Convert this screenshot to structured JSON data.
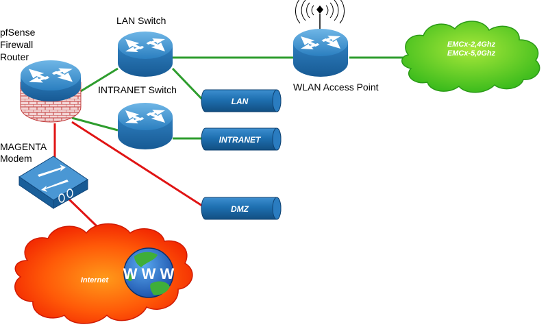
{
  "colors": {
    "link_green": "#2e9d2e",
    "link_red": "#e01414",
    "device_blue": "#1f6fae",
    "device_light": "#5aa9dd",
    "cloud_red": "#ff3b00",
    "cloud_orange": "#ff9a1a",
    "cloud_green": "#3ec21e",
    "cloud_lime": "#a8e83a"
  },
  "devices": {
    "router": {
      "label_lines": [
        "pfSense",
        "Firewall",
        "Router"
      ],
      "icon": "firewall-router-icon"
    },
    "lan_switch": {
      "label": "LAN Switch",
      "icon": "router-icon"
    },
    "intranet_switch": {
      "label": "INTRANET Switch",
      "icon": "router-icon"
    },
    "wlan_ap": {
      "label": "WLAN Access Point",
      "icon": "wireless-router-icon"
    },
    "modem": {
      "label_lines": [
        "MAGENTA",
        "Modem"
      ],
      "icon": "modem-icon"
    }
  },
  "segments": [
    {
      "label": "LAN"
    },
    {
      "label": "INTRANET"
    },
    {
      "label": "DMZ"
    }
  ],
  "clouds": {
    "wifi": {
      "lines": [
        "EMCx-2,4Ghz",
        "EMCx-5,0Ghz"
      ]
    },
    "internet": {
      "label": "Internet",
      "globe_text": "W W W"
    }
  }
}
